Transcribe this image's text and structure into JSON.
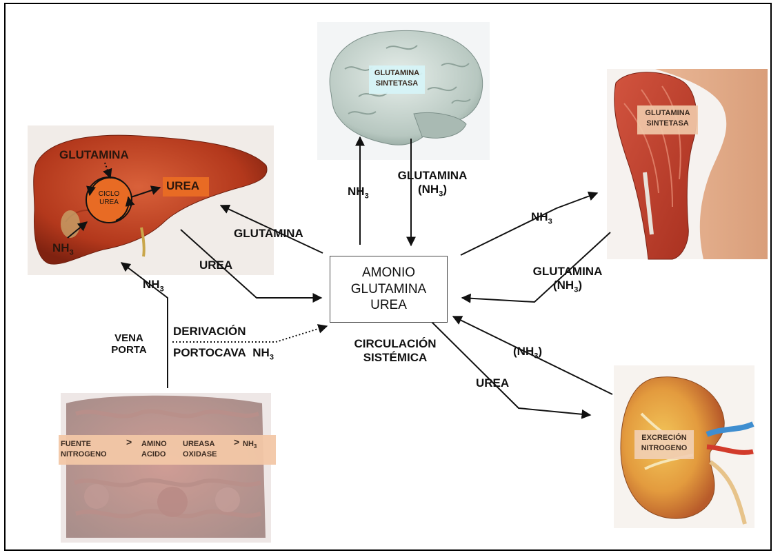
{
  "liver": {
    "glutamina": "GLUTAMINA",
    "urea": "UREA",
    "ciclo": "CICLO",
    "ciclo_urea": "UREA",
    "nh3_base": "NH",
    "nh3_sub": "3"
  },
  "brain": {
    "line1": "GLUTAMINA",
    "line2": "SINTETASA"
  },
  "muscle": {
    "line1": "GLUTAMINA",
    "line2": "SINTETASA"
  },
  "kidney": {
    "line1": "EXCRECIÓN",
    "line2": "NITROGENO"
  },
  "intestine": {
    "col1_line1": "FUENTE",
    "col1_line2": "NITROGENO",
    "sep1": ">",
    "col2_line1": "AMINO",
    "col2_line2": "ACIDO",
    "col3_line1": "UREASA",
    "col3_line2": "OXIDASE",
    "sep2": ">",
    "nh3_base": "NH",
    "nh3_sub": "3"
  },
  "center": {
    "line1": "AMONIO",
    "line2": "GLUTAMINA",
    "line3": "UREA"
  },
  "labels": {
    "nh3_to_brain_base": "NH",
    "nh3_to_brain_sub": "3",
    "glutamina_from_brain": "GLUTAMINA",
    "glutamina_from_brain_nh3": "(NH",
    "glutamina_from_brain_nh3_sub": "3",
    "glutamina_from_brain_close": ")",
    "glutamina_to_liver": "GLUTAMINA",
    "urea_from_liver": "UREA",
    "nh3_portal_base": "NH",
    "nh3_portal_sub": "3",
    "vena": "VENA",
    "porta": "PORTA",
    "derivacion": "DERIVACIÓN",
    "portocava": "PORTOCAVA",
    "portocava_nh3_base": "NH",
    "portocava_nh3_sub": "3",
    "circulacion": "CIRCULACIÓN",
    "sistemica": "SISTÉMICA",
    "nh3_to_muscle_base": "NH",
    "nh3_to_muscle_sub": "3",
    "glutamina_from_muscle": "GLUTAMINA",
    "glutamina_from_muscle_nh3": "(NH",
    "glutamina_from_muscle_nh3_sub": "3",
    "glutamina_from_muscle_close": ")",
    "nh3_kidney": "(NH",
    "nh3_kidney_sub": "3",
    "nh3_kidney_close": ")",
    "urea_to_kidney": "UREA"
  }
}
